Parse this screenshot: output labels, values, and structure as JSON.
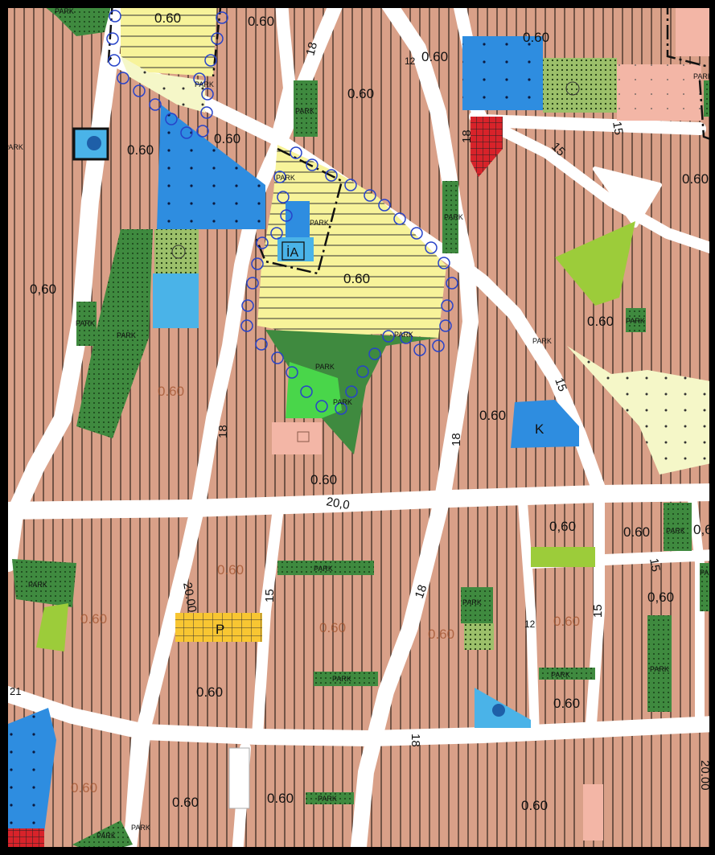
{
  "colors": {
    "residential": "#d9a088",
    "hatch": "#3a2a22",
    "road": "#ffffff",
    "park_dark": "#3f8a3f",
    "park_light": "#6cc35a",
    "education": "#2e8de0",
    "health": "#4ab3e8",
    "commercial_yellow": "#f7f39a",
    "parking_orange": "#f8c632",
    "pale_yellow": "#f5f7c8",
    "red_grid": "#d8232a",
    "boundary": "#111111",
    "conservation_circle": "#2743c9"
  },
  "labels": {
    "park": "PARK",
    "density_060": "0.60",
    "density_comma": "0,60",
    "road_20": "20.00",
    "road_18": "18",
    "road_15": "15",
    "road_12": "12",
    "road_200": "20,0",
    "k": "K",
    "p": "P",
    "ia": "İA",
    "dot_06": "0,6"
  }
}
